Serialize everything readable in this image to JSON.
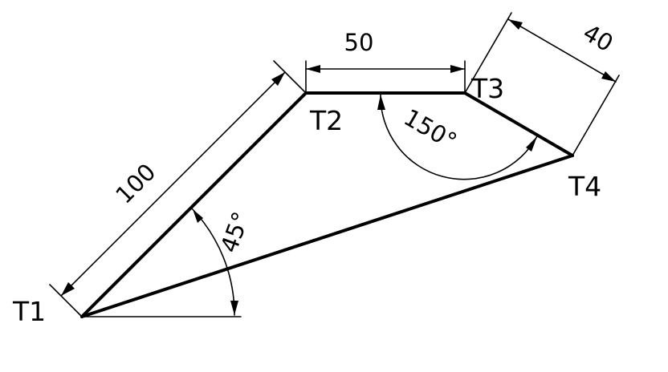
{
  "points": {
    "t1": "T1",
    "t2": "T2",
    "t3": "T3",
    "t4": "T4"
  },
  "dimensions": {
    "length_t1_t2": "100",
    "length_t2_t3": "50",
    "length_t3_t4": "40",
    "angle_t1": "45°",
    "angle_t3": "150°"
  },
  "colors": {
    "ink": "#000000",
    "background": "#ffffff"
  }
}
